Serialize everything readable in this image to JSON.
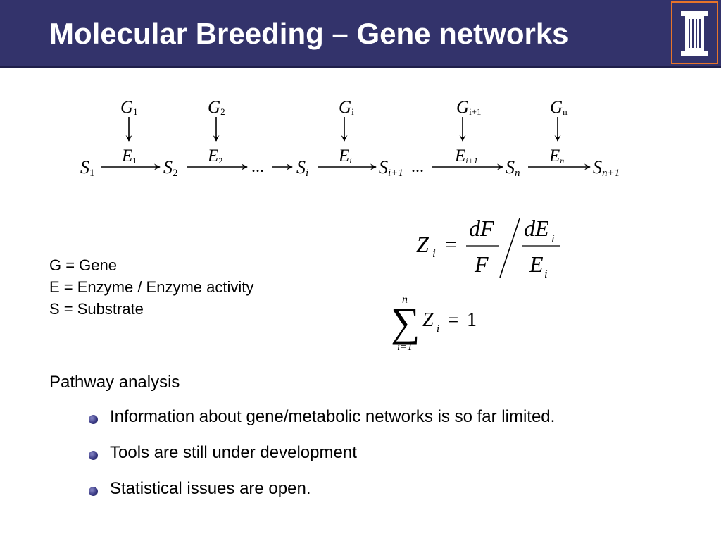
{
  "slide": {
    "title": "Molecular Breeding – Gene networks"
  },
  "pathway": {
    "genes": [
      {
        "base": "G",
        "sub": "1"
      },
      {
        "base": "G",
        "sub": "2"
      },
      {
        "base": "G",
        "sub": "i"
      },
      {
        "base": "G",
        "sub": "i+1"
      },
      {
        "base": "G",
        "sub": "n"
      }
    ],
    "enzymes": [
      {
        "base": "E",
        "sub": "1"
      },
      {
        "base": "E",
        "sub": "2"
      },
      {
        "base": "E",
        "sub": "i"
      },
      {
        "base": "E",
        "sub": "i+1"
      },
      {
        "base": "E",
        "sub": "n"
      }
    ],
    "substrates": [
      {
        "base": "S",
        "sub": "1"
      },
      {
        "base": "S",
        "sub": "2"
      },
      {
        "base": "S",
        "sub": "i"
      },
      {
        "base": "S",
        "sub": "i+1"
      },
      {
        "base": "S",
        "sub": "n"
      },
      {
        "base": "S",
        "sub": "n+1"
      }
    ],
    "ellipsis": "..."
  },
  "equations": {
    "zi": {
      "Z": "Z",
      "i": "i",
      "eq": "=",
      "dF": "dF",
      "F": "F",
      "dE": "dE",
      "E": "E"
    },
    "sum": {
      "sigma": "∑",
      "upper": "n",
      "lower": "i=1",
      "Z": "Z",
      "i": "i",
      "eq": "=",
      "one": "1"
    }
  },
  "legend": {
    "items": [
      "G = Gene",
      "E = Enzyme / Enzyme activity",
      "S = Substrate"
    ]
  },
  "analysis": {
    "heading": "Pathway analysis",
    "bullets": [
      "Information about gene/metabolic networks is so far limited.",
      "Tools are still under development",
      "Statistical issues are open."
    ]
  },
  "colors": {
    "header_bg": "#33336b",
    "title_text": "#ffffff",
    "logo_orange": "#e8742a",
    "bullet": "#3b3b86"
  }
}
